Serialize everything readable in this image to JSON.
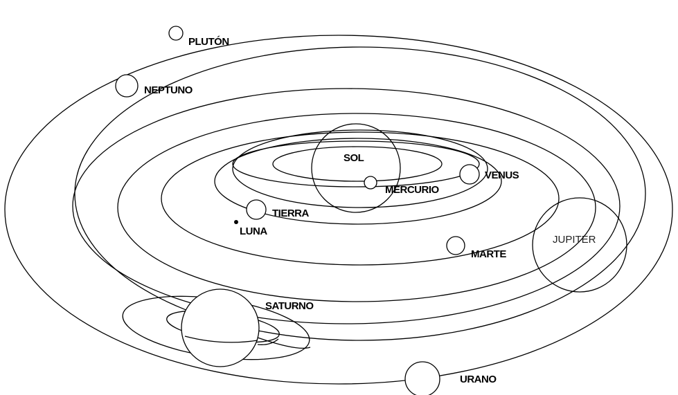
{
  "labels": {
    "pluton": "PLUTÓN",
    "neptuno": "NEPTUNO",
    "sol": "SOL",
    "venus": "VENUS",
    "mercurio": "MERCURIO",
    "tierra": "TIERRA",
    "luna": "LUNA",
    "marte": "MARTE",
    "jupiter": "JUPITER",
    "saturno": "SATURNO",
    "urano": "URANO"
  }
}
